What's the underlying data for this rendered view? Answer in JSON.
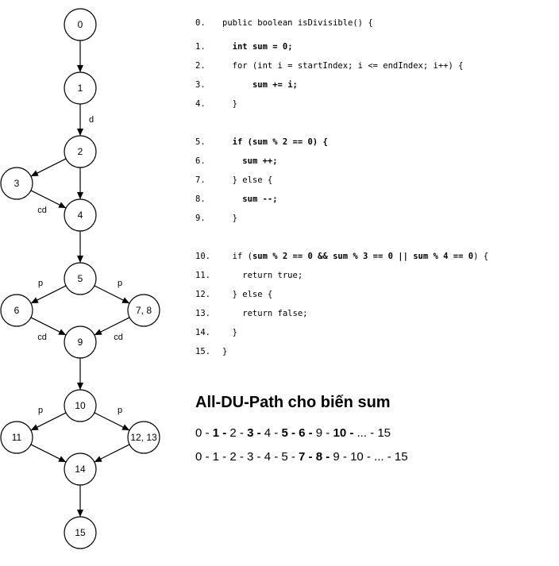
{
  "graph": {
    "nodes": [
      {
        "id": "n0",
        "label": "0"
      },
      {
        "id": "n1",
        "label": "1"
      },
      {
        "id": "n2",
        "label": "2"
      },
      {
        "id": "n3",
        "label": "3"
      },
      {
        "id": "n4",
        "label": "4"
      },
      {
        "id": "n5",
        "label": "5"
      },
      {
        "id": "n6",
        "label": "6"
      },
      {
        "id": "n78",
        "label": "7, 8"
      },
      {
        "id": "n9",
        "label": "9"
      },
      {
        "id": "n10",
        "label": "10"
      },
      {
        "id": "n11",
        "label": "11"
      },
      {
        "id": "n1213",
        "label": "12, 13"
      },
      {
        "id": "n14",
        "label": "14"
      },
      {
        "id": "n15",
        "label": "15"
      }
    ],
    "edges": [
      {
        "from": "n0",
        "to": "n1",
        "label": ""
      },
      {
        "from": "n1",
        "to": "n2",
        "label": "d"
      },
      {
        "from": "n2",
        "to": "n3",
        "label": ""
      },
      {
        "from": "n2",
        "to": "n4",
        "label": ""
      },
      {
        "from": "n3",
        "to": "n4",
        "label": "cd"
      },
      {
        "from": "n4",
        "to": "n5",
        "label": ""
      },
      {
        "from": "n5",
        "to": "n6",
        "label": "p"
      },
      {
        "from": "n5",
        "to": "n78",
        "label": "p"
      },
      {
        "from": "n6",
        "to": "n9",
        "label": "cd"
      },
      {
        "from": "n78",
        "to": "n9",
        "label": "cd"
      },
      {
        "from": "n9",
        "to": "n10",
        "label": ""
      },
      {
        "from": "n10",
        "to": "n11",
        "label": "p"
      },
      {
        "from": "n10",
        "to": "n1213",
        "label": "p"
      },
      {
        "from": "n11",
        "to": "n14",
        "label": ""
      },
      {
        "from": "n1213",
        "to": "n14",
        "label": ""
      },
      {
        "from": "n14",
        "to": "n15",
        "label": ""
      }
    ]
  },
  "code": {
    "lines": [
      {
        "num": "0.",
        "text": "public boolean isDivisible() {"
      },
      {
        "num": "1.",
        "text": "  int sum = 0;"
      },
      {
        "num": "2.",
        "text": "  for (int i = startIndex; i <= endIndex; i++) {"
      },
      {
        "num": "3.",
        "text": "      sum += i;"
      },
      {
        "num": "4.",
        "text": "  }"
      },
      {
        "num": "5.",
        "text": "  if (sum % 2 == 0) {"
      },
      {
        "num": "6.",
        "text": "    sum ++;"
      },
      {
        "num": "7.",
        "text": "  } else {"
      },
      {
        "num": "8.",
        "text": "    sum --;"
      },
      {
        "num": "9.",
        "text": "  }"
      },
      {
        "num": "10.",
        "text": "  if (sum % 2 == 0 && sum % 3 == 0 || sum % 4 == 0) {"
      },
      {
        "num": "11.",
        "text": "    return true;"
      },
      {
        "num": "12.",
        "text": "  } else {"
      },
      {
        "num": "13.",
        "text": "    return false;"
      },
      {
        "num": "14.",
        "text": "  }"
      },
      {
        "num": "15.",
        "text": "}"
      }
    ]
  },
  "du": {
    "title": "All-DU-Path cho biến sum",
    "paths": [
      [
        {
          "t": "0 - "
        },
        {
          "t": "1 - ",
          "b": true
        },
        {
          "t": "2 - "
        },
        {
          "t": "3 - ",
          "b": true
        },
        {
          "t": "4 - "
        },
        {
          "t": "5 - 6 - ",
          "b": true
        },
        {
          "t": "9 - "
        },
        {
          "t": "10 - ",
          "b": true
        },
        {
          "t": "... - 15"
        }
      ],
      [
        {
          "t": "0 - 1 - 2 - 3 - 4 - 5 - "
        },
        {
          "t": "7 - 8 - ",
          "b": true
        },
        {
          "t": "9 - 10 - ... - 15"
        }
      ]
    ]
  }
}
